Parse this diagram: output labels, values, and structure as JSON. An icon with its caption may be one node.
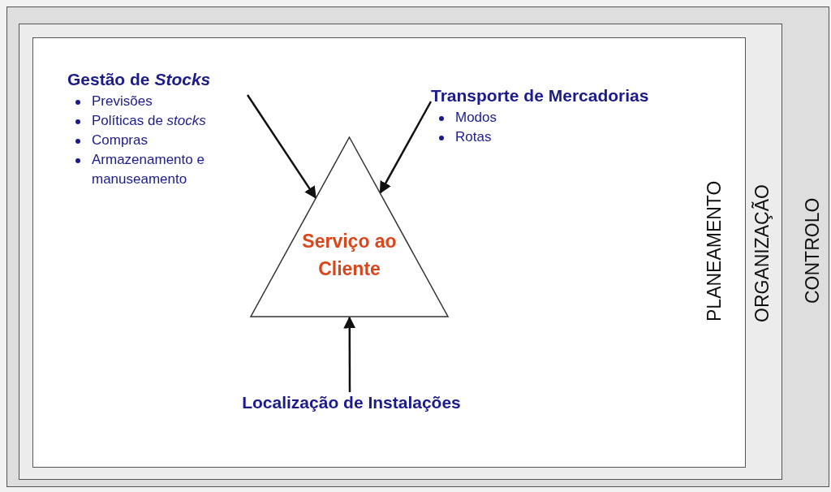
{
  "diagram": {
    "nodes": [
      {
        "text": [
          "CONTROLO"
        ]
      },
      {
        "text": [
          "ORGANIZAÇÃO"
        ],
        "in": 0
      },
      {
        "text": [
          "PLANEAMENTO"
        ],
        "in": 1
      },
      {
        "text": [
          "Gestão de *Stocks*",
          "Previsões",
          "Políticas de *stocks*",
          "Compras",
          "Armazenamento e manuseamento"
        ],
        "in": 2
      },
      {
        "text": [
          "Transporte de Mercadorias",
          "Modos",
          "Rotas"
        ],
        "in": 2
      },
      {
        "text": [
          "Serviço ao Cliente"
        ],
        "in": 2
      },
      {
        "text": [
          "Localização de Instalações"
        ],
        "in": 2
      }
    ],
    "edges": [
      {
        "from": 3,
        "to": 5,
        "arrow": "to"
      },
      {
        "from": 4,
        "to": 5,
        "arrow": "to"
      },
      {
        "from": 6,
        "to": 5,
        "arrow": "to"
      }
    ]
  }
}
